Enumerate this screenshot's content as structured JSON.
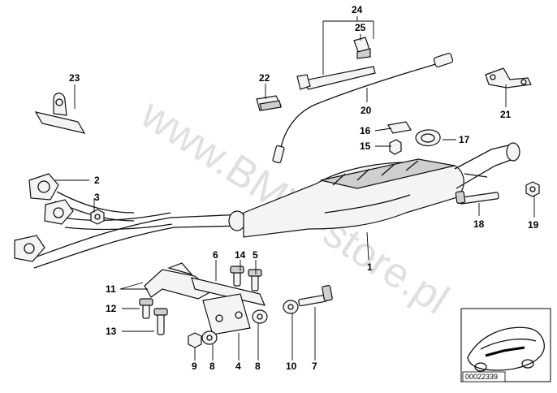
{
  "diagram": {
    "watermark": "www.BMW-store.pl",
    "reference_code": "00022339",
    "labels": [
      {
        "id": "24",
        "text": "24"
      },
      {
        "id": "25",
        "text": "25"
      },
      {
        "id": "23",
        "text": "23"
      },
      {
        "id": "22",
        "text": "22"
      },
      {
        "id": "20",
        "text": "20"
      },
      {
        "id": "16",
        "text": "16"
      },
      {
        "id": "17",
        "text": "17"
      },
      {
        "id": "15",
        "text": "15"
      },
      {
        "id": "21",
        "text": "21"
      },
      {
        "id": "2",
        "text": "2"
      },
      {
        "id": "3",
        "text": "3"
      },
      {
        "id": "18",
        "text": "18"
      },
      {
        "id": "19",
        "text": "19"
      },
      {
        "id": "1",
        "text": "1"
      },
      {
        "id": "6",
        "text": "6"
      },
      {
        "id": "14",
        "text": "14"
      },
      {
        "id": "5",
        "text": "5"
      },
      {
        "id": "11",
        "text": "11"
      },
      {
        "id": "12",
        "text": "12"
      },
      {
        "id": "13",
        "text": "13"
      },
      {
        "id": "9",
        "text": "9"
      },
      {
        "id": "8a",
        "text": "8"
      },
      {
        "id": "4",
        "text": "4"
      },
      {
        "id": "8b",
        "text": "8"
      },
      {
        "id": "10",
        "text": "10"
      },
      {
        "id": "7",
        "text": "7"
      }
    ]
  }
}
